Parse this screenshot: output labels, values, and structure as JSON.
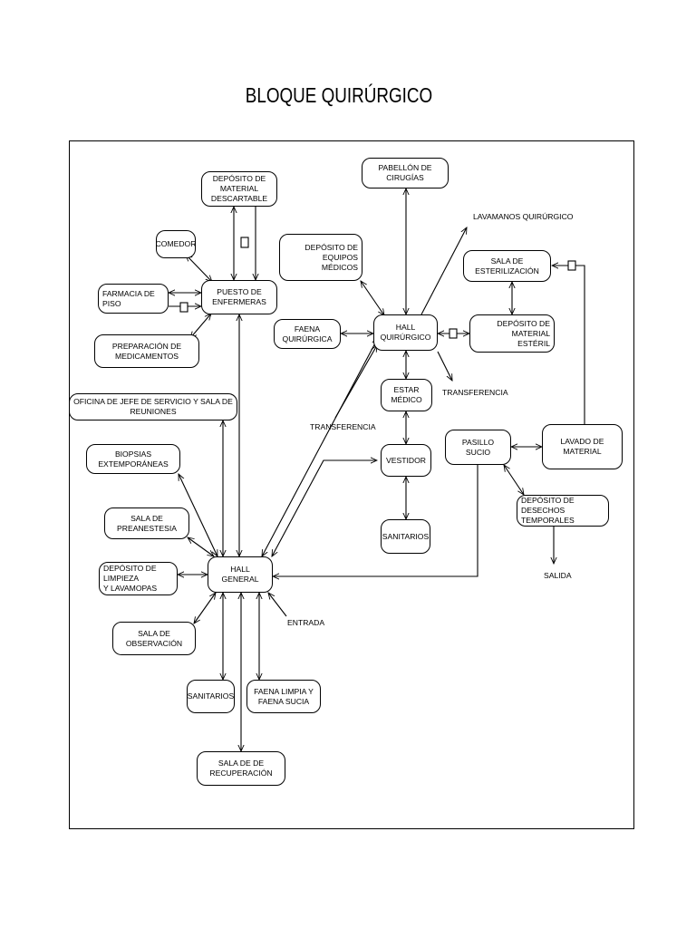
{
  "title": "BLOQUE QUIRÚRGICO",
  "nodes": {
    "deposito_descartable": "DEPÓSITO DE MATERIAL\nDESCARTABLE",
    "comedor": "COMEDOR",
    "farmacia": "FARMACIA DE PISO",
    "puesto_enfermeras": "PUESTO DE ENFERMERAS",
    "preparacion": "PREPARACIÓN DE MEDICAMENTOS",
    "oficina_jefe": "OFICINA DE JEFE DE SERVICIO Y SALA DE REUNIONES",
    "biopsias": "BIOPSIAS EXTEMPORÁNEAS",
    "preanestesia": "SALA DE PREANESTESIA",
    "deposito_limpieza": "DEPÓSITO DE LIMPIEZA\nY LAVAMOPAS",
    "observacion": "SALA DE OBSERVACIÓN",
    "hall_general": "HALL GENERAL",
    "sanitarios_hall": "SANITARIOS",
    "faena_limpia": "FAENA LIMPIA Y FAENA SUCIA",
    "recuperacion": "SALA DE DE RECUPERACIÓN",
    "pabellon": "PABELLÓN DE CIRUGÍAS",
    "deposito_equipos": "DEPÓSITO DE EQUIPOS\nMÉDICOS",
    "faena_quirurgica": "FAENA QUIRÚRGICA",
    "hall_quirurgico": "HALL QUIRÚRGICO",
    "esterilizacion": "SALA DE ESTERILIZACIÓN",
    "deposito_esteril": "DEPÓSITO DE MATERIAL\nESTÉRIL",
    "estar_medico": "ESTAR MÉDICO",
    "vestidor": "VESTIDOR",
    "sanitarios_vestidor": "SANITARIOS",
    "pasillo_sucio": "PASILLO SUCIO",
    "lavado": "LAVADO DE MATERIAL",
    "desechos": "DEPÓSITO DE DESECHOS\nTEMPORALES"
  },
  "labels": {
    "lavamanos": "LAVAMANOS QUIRÚRGICO",
    "transferencia_1": "TRANSFERENCIA",
    "transferencia_2": "TRANSFERENCIA",
    "entrada": "ENTRADA",
    "salida": "SALIDA"
  }
}
